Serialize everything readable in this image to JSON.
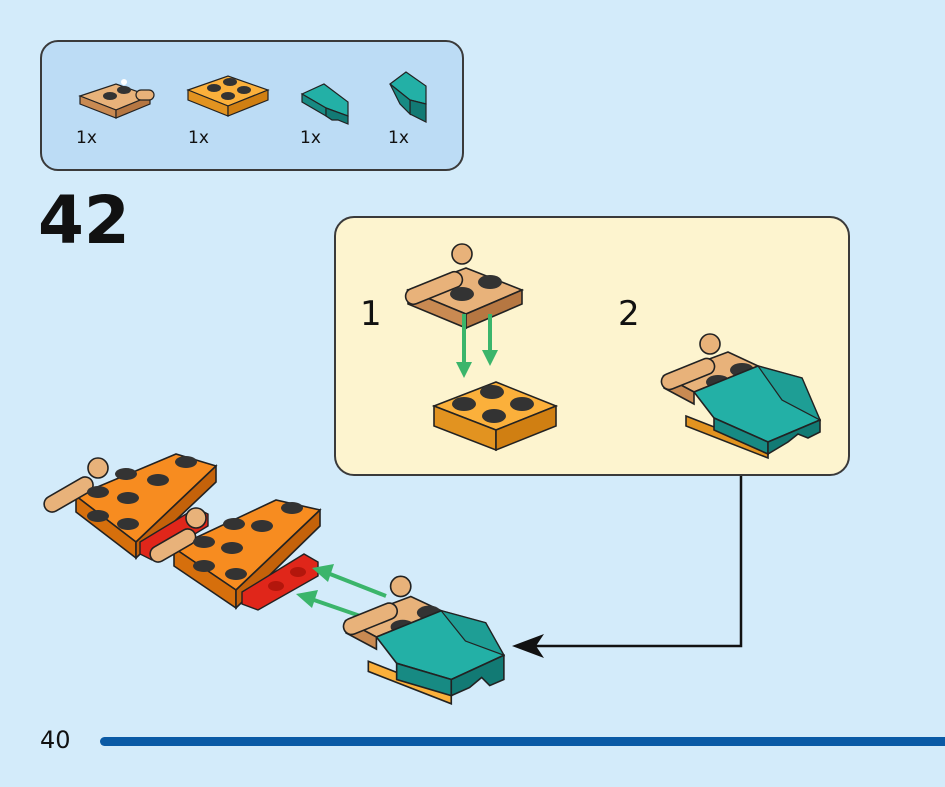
{
  "step": {
    "number": "42"
  },
  "parts_list": {
    "items": [
      {
        "qty": "1x",
        "icon": "tan-plate-with-bar-icon",
        "color": "#d8a06a"
      },
      {
        "qty": "1x",
        "icon": "orange-2x2-plate-icon",
        "color": "#fbb03b"
      },
      {
        "qty": "1x",
        "icon": "teal-wedge-left-icon",
        "color": "#1fa8a0"
      },
      {
        "qty": "1x",
        "icon": "teal-wedge-right-icon",
        "color": "#1fa8a0"
      }
    ]
  },
  "substeps": [
    {
      "label": "1"
    },
    {
      "label": "2"
    }
  ],
  "page": {
    "number": "40"
  },
  "colors": {
    "background": "#d3ebfa",
    "callout": "#fdf4cf",
    "arrow_green": "#3bb56b",
    "bar_blue": "#0a5aa5"
  }
}
